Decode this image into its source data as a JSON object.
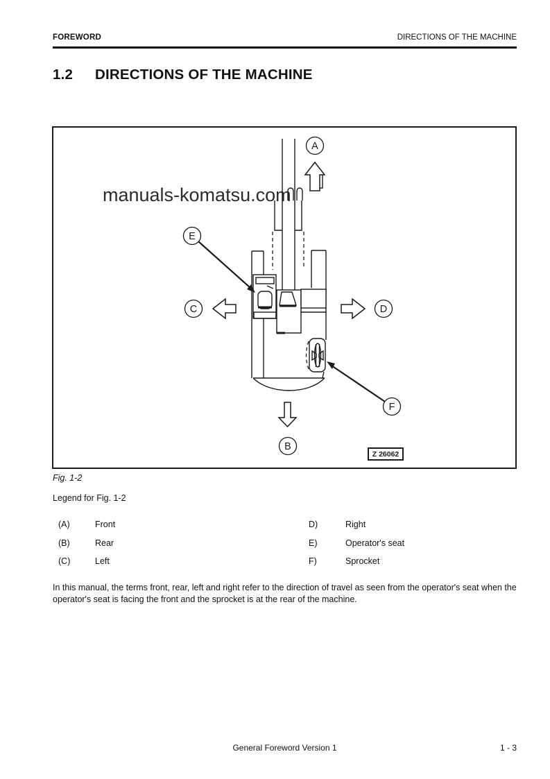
{
  "header": {
    "left": "FOREWORD",
    "right": "DIRECTIONS OF THE MACHINE"
  },
  "title": {
    "number": "1.2",
    "text": "DIRECTIONS OF THE MACHINE"
  },
  "figure": {
    "watermark": "manuals-komatsu.com",
    "drawing_number": "Z 26062",
    "caption": "Fig. 1-2",
    "labels": {
      "a": "A",
      "b": "B",
      "c": "C",
      "d": "D",
      "e": "E",
      "f": "F"
    }
  },
  "legend": {
    "heading": "Legend for Fig. 1-2",
    "left_column": [
      {
        "key": "(A)",
        "value": "Front"
      },
      {
        "key": "(B)",
        "value": "Rear"
      },
      {
        "key": "(C)",
        "value": "Left"
      }
    ],
    "right_column": [
      {
        "key": "D)",
        "value": "Right"
      },
      {
        "key": "E)",
        "value": "Operator's seat"
      },
      {
        "key": "F)",
        "value": "Sprocket"
      }
    ]
  },
  "paragraph": "In this manual, the terms front, rear, left and right refer to the direction of travel as seen from the operator's seat when the operator's seat is facing the front and the sprocket is at the rear of the machine.",
  "footer": {
    "center": "General Foreword Version 1",
    "right": "1 - 3"
  },
  "colors": {
    "ink": "#1a1a1a",
    "watermark": "#2b2b2b",
    "background": "#ffffff"
  }
}
